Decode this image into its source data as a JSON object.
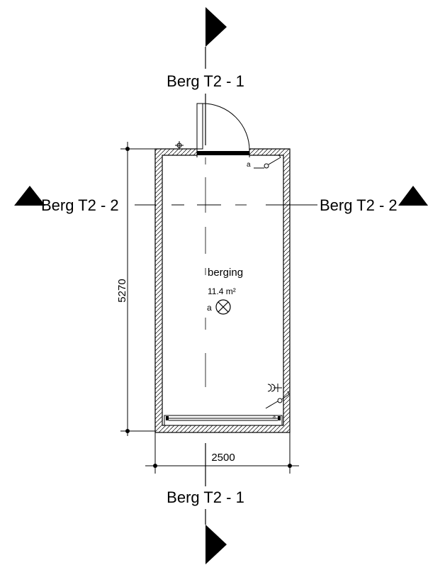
{
  "section_labels": {
    "top": "Berg T2 - 1",
    "bottom": "Berg T2 - 1",
    "left": "Berg T2 - 2",
    "right": "Berg T2 - 2"
  },
  "room": {
    "name": "berging",
    "area": "11.4 m²",
    "fixture_tag": "a"
  },
  "dimensions": {
    "height": "5270",
    "width": "2500"
  },
  "switch_tags": {
    "top": "a",
    "bottom": "a"
  }
}
